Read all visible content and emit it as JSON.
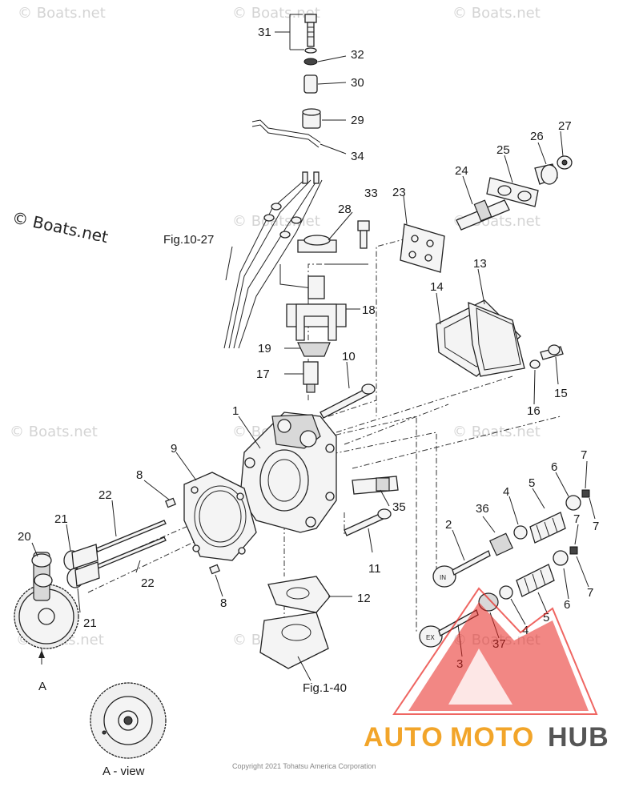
{
  "watermark": "© Boats.net",
  "watermark_big": "© Boats.net",
  "parts": {
    "p1": "1",
    "p2": "2",
    "p3": "3",
    "p4a": "4",
    "p4b": "4",
    "p5a": "5",
    "p5b": "5",
    "p6a": "6",
    "p6b": "6",
    "p7a": "7",
    "p7b": "7",
    "p7c": "7",
    "p7d": "7",
    "p8a": "8",
    "p8b": "8",
    "p9": "9",
    "p10": "10",
    "p11": "11",
    "p12": "12",
    "p13": "13",
    "p14": "14",
    "p15": "15",
    "p16": "16",
    "p17": "17",
    "p18": "18",
    "p19": "19",
    "p20": "20",
    "p21a": "21",
    "p21b": "21",
    "p22a": "22",
    "p22b": "22",
    "p23": "23",
    "p24": "24",
    "p25": "25",
    "p26": "26",
    "p27": "27",
    "p28": "28",
    "p29": "29",
    "p30": "30",
    "p31": "31",
    "p32": "32",
    "p33": "33",
    "p34": "34",
    "p35": "35",
    "p36": "36",
    "p37": "37",
    "pA": "A"
  },
  "refs": {
    "fig_10_27": "Fig.10-27",
    "fig_1_40": "Fig.1-40",
    "a_view": "A - view",
    "valve_in": "IN",
    "valve_ex": "EX"
  },
  "copyright": "Copyright 2021 Tohatsu America Corporation",
  "logo": {
    "auto": "AUTO",
    "moto": "MOTO",
    "hub": "HUB"
  },
  "colors": {
    "logo_red": "#e8251f",
    "logo_orange": "#f2a52a",
    "logo_gray": "#555555"
  }
}
